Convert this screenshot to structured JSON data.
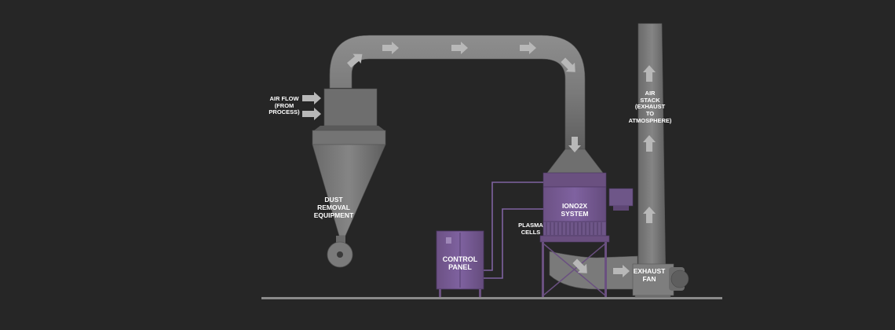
{
  "colors": {
    "background": "#262626",
    "duct": "#7d7d7d",
    "duct_dark": "#5c5c5c",
    "equipment_purple": "#7a5d93",
    "equipment_purple_dark": "#5e4674",
    "arrow": "#b8b8b8",
    "floor": "#8a8a8a",
    "label": "#ffffff"
  },
  "labels": {
    "air_flow": [
      "AIR FLOW",
      "(FROM",
      "PROCESS)"
    ],
    "dust_removal": [
      "DUST",
      "REMOVAL",
      "EQUIPMENT"
    ],
    "control_panel": [
      "CONTROL",
      "PANEL"
    ],
    "iono2x_system": [
      "IONO2X",
      "SYSTEM"
    ],
    "plasma_cells": [
      "PLASMA",
      "CELLS"
    ],
    "exhaust_fan": [
      "EXHAUST",
      "FAN"
    ],
    "air_stack": [
      "AIR",
      "STACK",
      "(EXHAUST",
      "TO",
      "ATMOSPHERE)"
    ]
  },
  "icons": [
    "flow-arrow-icon",
    "cyclone-separator-icon",
    "fan-icon",
    "ionization-unit-icon"
  ]
}
